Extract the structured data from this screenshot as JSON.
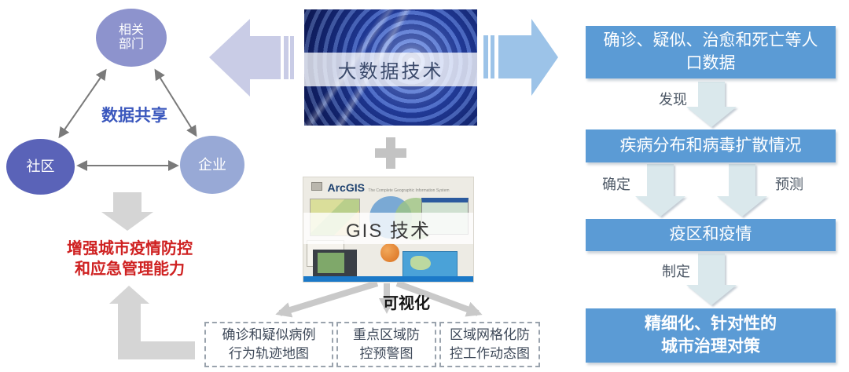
{
  "left": {
    "circles": {
      "top": {
        "lines": [
          "相关",
          "部门"
        ]
      },
      "bottom_left": {
        "label": "社区"
      },
      "bottom_right": {
        "label": "企业"
      }
    },
    "share_label": "数据共享",
    "impact": {
      "lines": [
        "增强城市疫情防控",
        "和应急管理能力"
      ]
    }
  },
  "center": {
    "bigdata": {
      "caption": "大数据技术"
    },
    "gis": {
      "caption": "GIS 技术",
      "logo": "ArcGIS",
      "tagline": "The Complete Geographic Information System"
    },
    "visualize_label": "可视化",
    "maps": [
      {
        "lines": [
          "确诊和疑似病例",
          "行为轨迹地图"
        ]
      },
      {
        "lines": [
          "重点区域防",
          "控预警图"
        ]
      },
      {
        "lines": [
          "区域网格化防",
          "控工作动态图"
        ]
      }
    ]
  },
  "right": {
    "boxes": [
      {
        "lines": [
          "确诊、疑似、治愈和死亡等人",
          "口数据"
        ]
      },
      {
        "lines": [
          "疾病分布和病毒扩散情况"
        ]
      },
      {
        "lines": [
          "疫区和疫情"
        ]
      },
      {
        "lines": [
          "精细化、针对性的",
          "城市治理对策"
        ]
      }
    ],
    "arrow_labels": {
      "discover": "发现",
      "determine": "确定",
      "predict": "预测",
      "formulate": "制定"
    }
  },
  "icons": {
    "plus": "+"
  },
  "colors": {
    "flow_box": "#5b9bd5",
    "pale_arrow": "#dae8ec",
    "striped_arrow_left": "#c9cce6",
    "striped_arrow_right": "#9cc3e8",
    "circle_top": "#8d93cd",
    "circle_bottom_left": "#5a63b8",
    "circle_bottom_right": "#98a9d6",
    "share_text": "#3a57bd",
    "impact_text": "#cf2121",
    "gray_block_arrow": "#d5d5d5",
    "connector_gray": "#7a7a7a",
    "gis_bottom_bar": "#1b79c8"
  }
}
